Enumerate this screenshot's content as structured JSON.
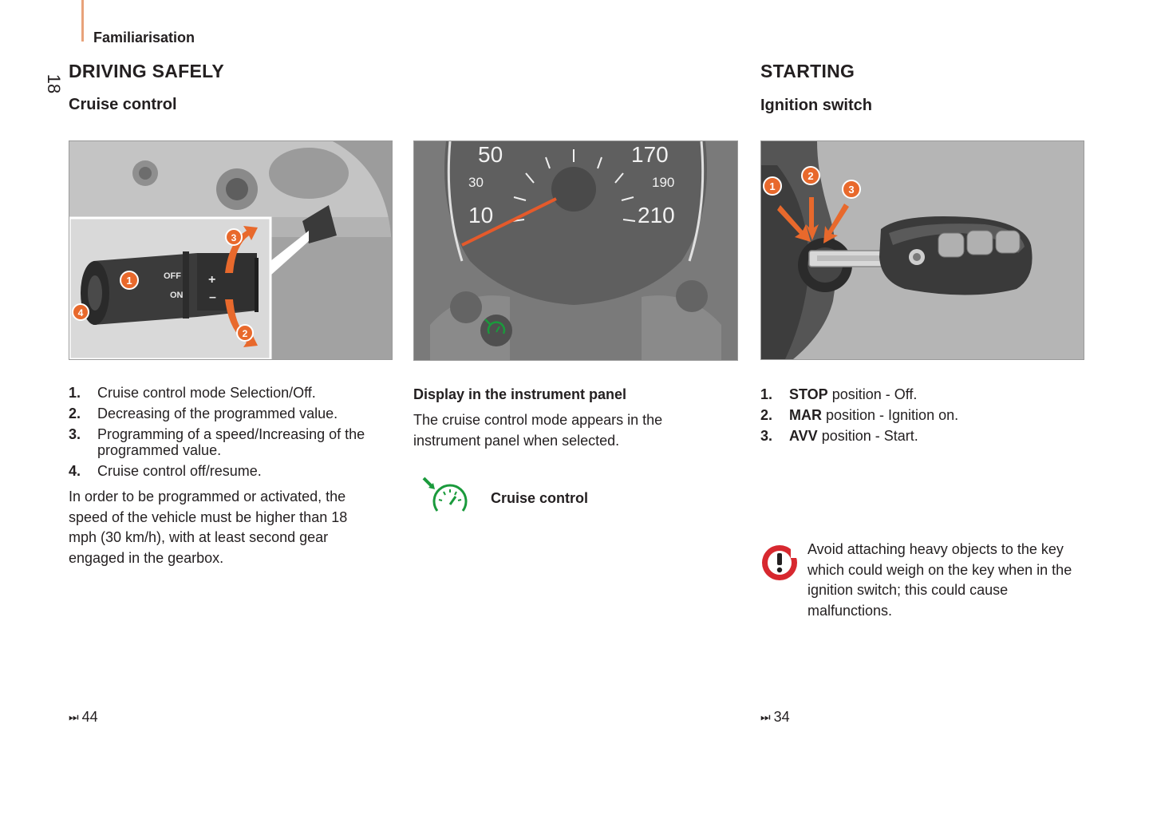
{
  "header": {
    "section_label": "Familiarisation",
    "page_number": "18"
  },
  "driving_safely": {
    "title": "DRIVING SAFELY",
    "subtitle": "Cruise control",
    "figure_callouts": [
      "1",
      "2",
      "3",
      "4"
    ],
    "stalk_labels": {
      "off": "OFF",
      "on": "ON",
      "plus": "+",
      "minus": "–"
    },
    "items": [
      {
        "num": "1.",
        "text": "Cruise control mode Selection/Off."
      },
      {
        "num": "2.",
        "text": "Decreasing of the programmed value."
      },
      {
        "num": "3.",
        "text": "Programming of a speed/Increasing of the programmed value."
      },
      {
        "num": "4.",
        "text": "Cruise control off/resume."
      }
    ],
    "paragraph": "In order to be programmed or activated, the speed of the vehicle must be higher than 18 mph (30 km/h), with at least second gear engaged in the gearbox.",
    "reference": "44"
  },
  "instrument_panel": {
    "dial_labels": [
      "50",
      "30",
      "10",
      "170",
      "190",
      "210"
    ],
    "heading": "Display in the instrument panel",
    "paragraph": "The cruise control mode appears in the instrument panel when selected.",
    "indicator_label": "Cruise control",
    "indicator_icon": "cruise-control-icon",
    "indicator_color": "#1a9a3c"
  },
  "starting": {
    "title": "STARTING",
    "subtitle": "Ignition switch",
    "figure_callouts": [
      "1",
      "2",
      "3"
    ],
    "items": [
      {
        "num": "1.",
        "keyword": "STOP",
        "text": " position - Off."
      },
      {
        "num": "2.",
        "keyword": "MAR",
        "text": " position - Ignition on."
      },
      {
        "num": "3.",
        "keyword": "AVV",
        "text": " position - Start."
      }
    ],
    "warning": "Avoid attaching heavy objects to the key which could weigh on the key when in the ignition switch; this could cause malfunctions.",
    "warning_icon": "warning-icon",
    "warning_color": "#d7282f",
    "reference": "34"
  },
  "colors": {
    "accent": "#e8a27a",
    "callout_orange": "#e8692c"
  },
  "icons": {
    "reference": "skip-forward-icon"
  }
}
